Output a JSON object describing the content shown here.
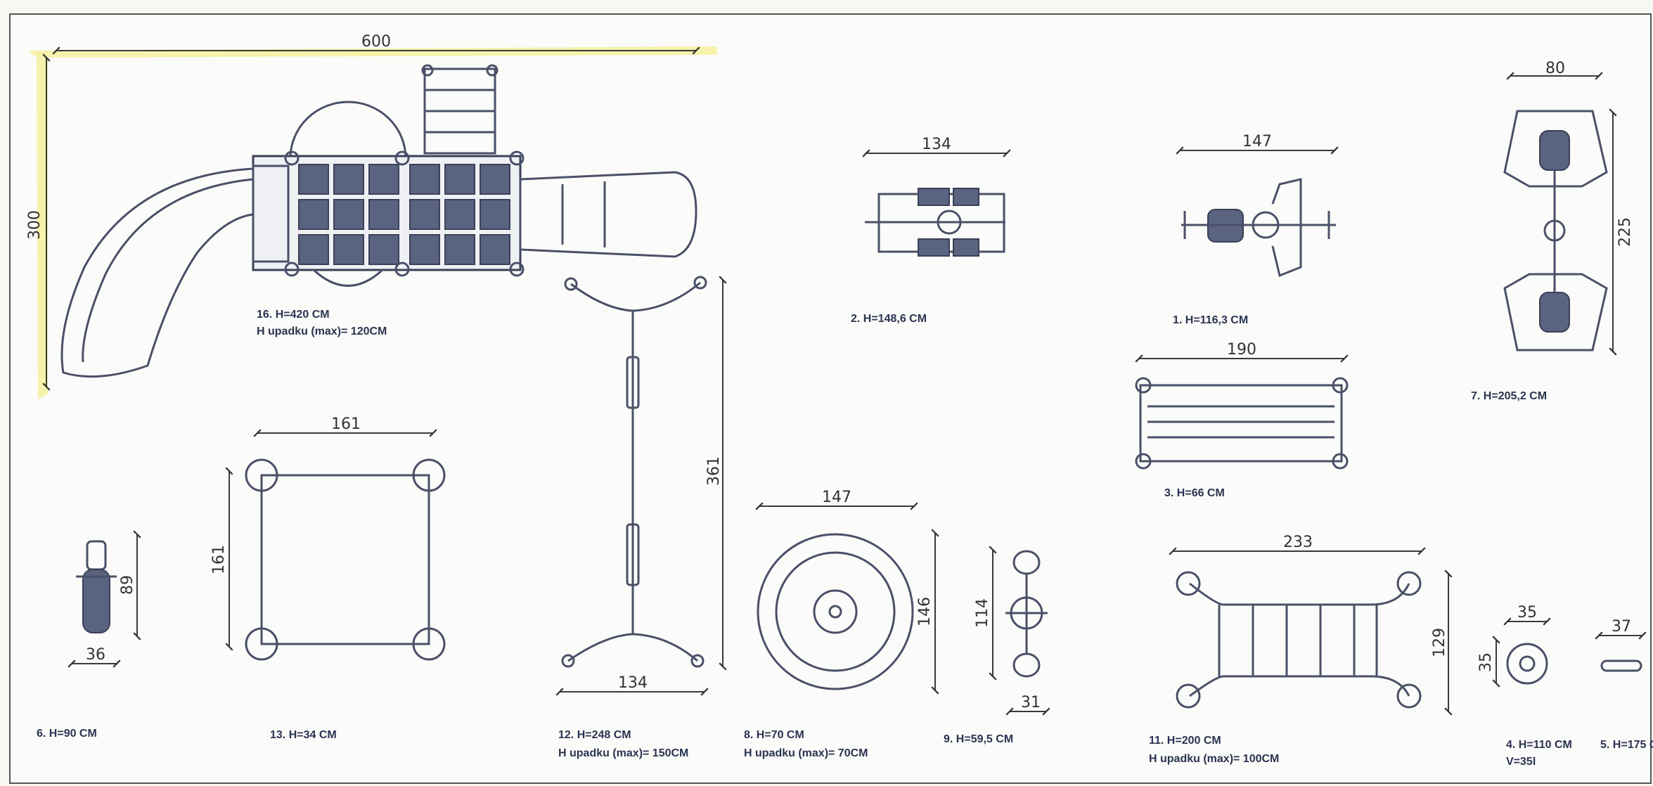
{
  "dimensions": {
    "d600": "600",
    "d300": "300",
    "d134a": "134",
    "d147a": "147",
    "d80": "80",
    "d225": "225",
    "d190": "190",
    "d161a": "161",
    "d161b": "161",
    "d361": "361",
    "d89": "89",
    "d36": "36",
    "d134b": "134",
    "d147b": "147",
    "d146": "146",
    "d114": "114",
    "d31": "31",
    "d233": "233",
    "d129": "129",
    "d35a": "35",
    "d35b": "35",
    "d37": "37"
  },
  "captions": {
    "item16_h": "16. H=420 CM",
    "item16_fall": "H upadku (max)= 120CM",
    "item2": "2. H=148,6 CM",
    "item1": "1. H=116,3 CM",
    "item7": "7. H=205,2 CM",
    "item3": "3. H=66 CM",
    "item6": "6. H=90 CM",
    "item13": "13. H=34 CM",
    "item12_h": "12. H=248 CM",
    "item12_fall": "H upadku (max)= 150CM",
    "item8_h": "8. H=70 CM",
    "item8_fall": "H upadku (max)= 70CM",
    "item9": "9. H=59,5 CM",
    "item11_h": "11. H=200 CM",
    "item11_fall": "H upadku (max)= 100CM",
    "item4_h": "4. H=110 CM",
    "item4_v": "V=35l",
    "item5": "5. H=175 C"
  }
}
